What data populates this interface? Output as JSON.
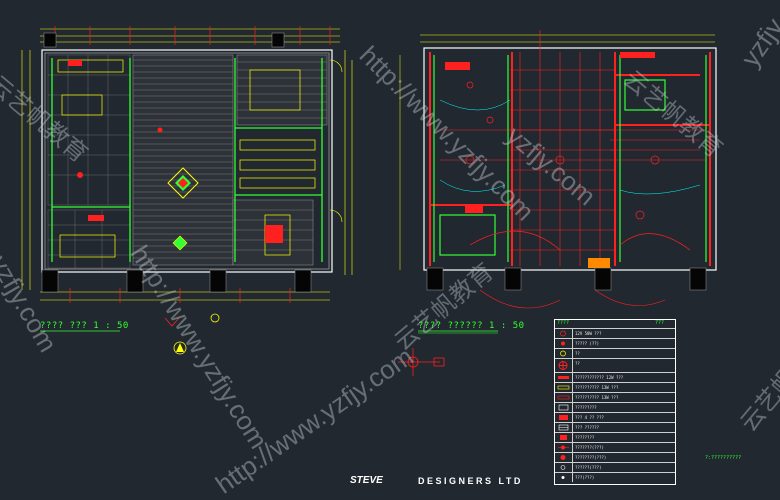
{
  "drawing": {
    "left_plan_title": "???? ???  1 : 50",
    "right_plan_title": "???? ??????  1 : 50",
    "brand_name": "STEVE",
    "brand_suffix": "DESIGNERS LTD",
    "note": "?:??????????"
  },
  "legend": {
    "header_symbol": "????",
    "header_note": "???",
    "rows": [
      "12V 50W ???",
      "????? (??)",
      "??",
      "??",
      "???????????? 12W ???",
      "?????????? 13W ???",
      "?????????? 13W ???",
      "?????????",
      "??? 4 ?? ???",
      "??? ??????",
      "????????",
      "???????(???)",
      "????????(???)",
      "??????(???)",
      "???(???)"
    ],
    "colors": {
      "frame": "#ffffff",
      "text": "#33ff33",
      "symbol": "#ff2020"
    }
  },
  "watermarks": {
    "latin": [
      "http://www.yzfjy.com",
      "http://www.yzfjy.com",
      "http://www.yzfjy.com",
      "yzfjy.com",
      "yzfjy.com",
      "yzfjy"
    ],
    "cjk": [
      "云艺帆教育",
      "云艺帆教育",
      "云艺帆教育",
      "云艺帆"
    ]
  },
  "colors": {
    "background": "#212830",
    "wall": "#ff2020",
    "green": "#33ff33",
    "yellow": "#ffff00",
    "cyan": "#00ffff",
    "gray": "#9a9a9a"
  }
}
